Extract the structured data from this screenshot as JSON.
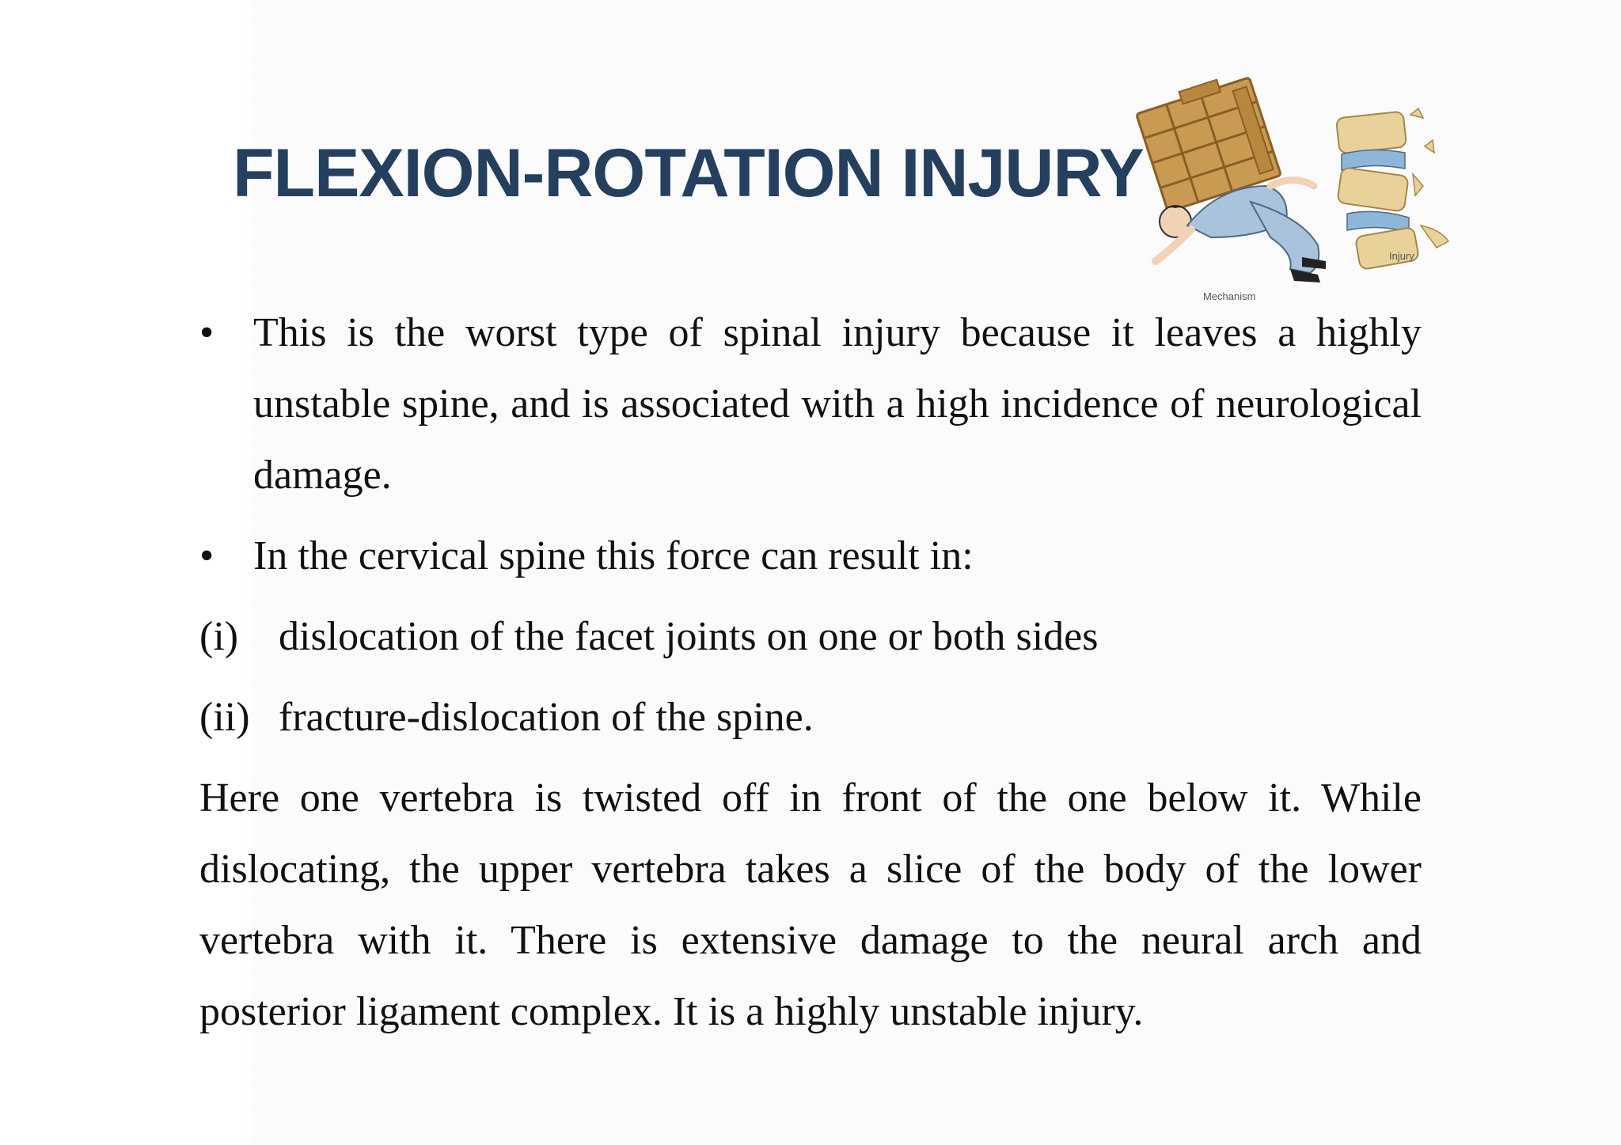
{
  "slide": {
    "title": "FLEXION-ROTATION INJURY",
    "figure": {
      "label_mechanism": "Mechanism",
      "label_injury": "Injury"
    },
    "bullets": [
      {
        "marker": "•",
        "text": "This is the worst type of spinal injury because it leaves a highly unstable spine, and is associated with a high incidence of neurological damage."
      },
      {
        "marker": "•",
        "text": "In the cervical spine this force can result in:"
      }
    ],
    "numbered": [
      {
        "marker": "(i)",
        "text": "dislocation of the facet joints on one or both sides"
      },
      {
        "marker": "(ii)",
        "text": "fracture-dislocation of the spine."
      }
    ],
    "paragraph": "Here one vertebra is twisted off in front of the one below it. While dislocating, the upper vertebra takes a slice of the body of the lower vertebra with it. There is extensive damage to the neural arch and posterior ligament complex. It is a highly unstable injury."
  }
}
